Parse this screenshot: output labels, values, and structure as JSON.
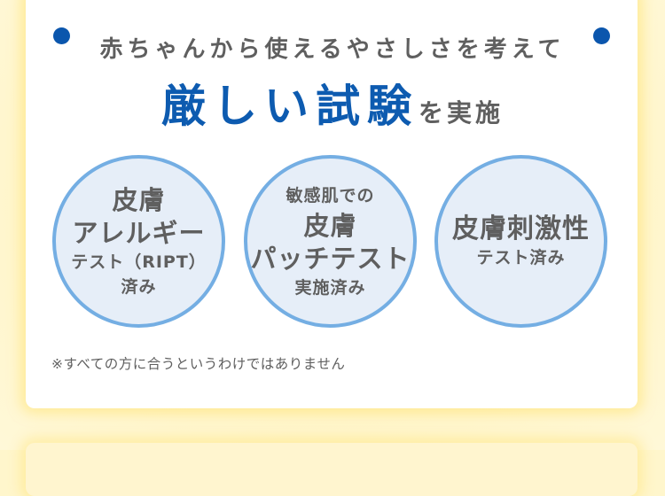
{
  "colors": {
    "accent_blue": "#0d5bb0",
    "dot_blue": "#0b56ad",
    "text_gray": "#5f5f5f",
    "circle_fill": "#e6eef8",
    "circle_border": "#74aee3",
    "page_bg": "#fff6cc",
    "card_bg": "#ffffff"
  },
  "header": {
    "subtitle": "赤ちゃんから使えるやさしさを考えて",
    "title_emphasis": "厳しい試験",
    "title_rest": "を実施"
  },
  "badges": [
    {
      "lines": [
        {
          "text": "皮膚",
          "size": "lg"
        },
        {
          "text": "アレルギー",
          "size": "lg"
        },
        {
          "text": "テスト（RIPT）",
          "size": "sm"
        },
        {
          "text": "済み",
          "size": "sm"
        }
      ]
    },
    {
      "lines": [
        {
          "text": "敏感肌での",
          "size": "sm"
        },
        {
          "text": "皮膚",
          "size": "lg"
        },
        {
          "text": "パッチテスト",
          "size": "lg"
        },
        {
          "text": "実施済み",
          "size": "sm"
        }
      ]
    },
    {
      "lines": [
        {
          "text": "皮膚刺激性",
          "size": "lg"
        },
        {
          "text": "テスト済み",
          "size": "sm"
        }
      ]
    }
  ],
  "footnote": "※すべての方に合うというわけではありません"
}
